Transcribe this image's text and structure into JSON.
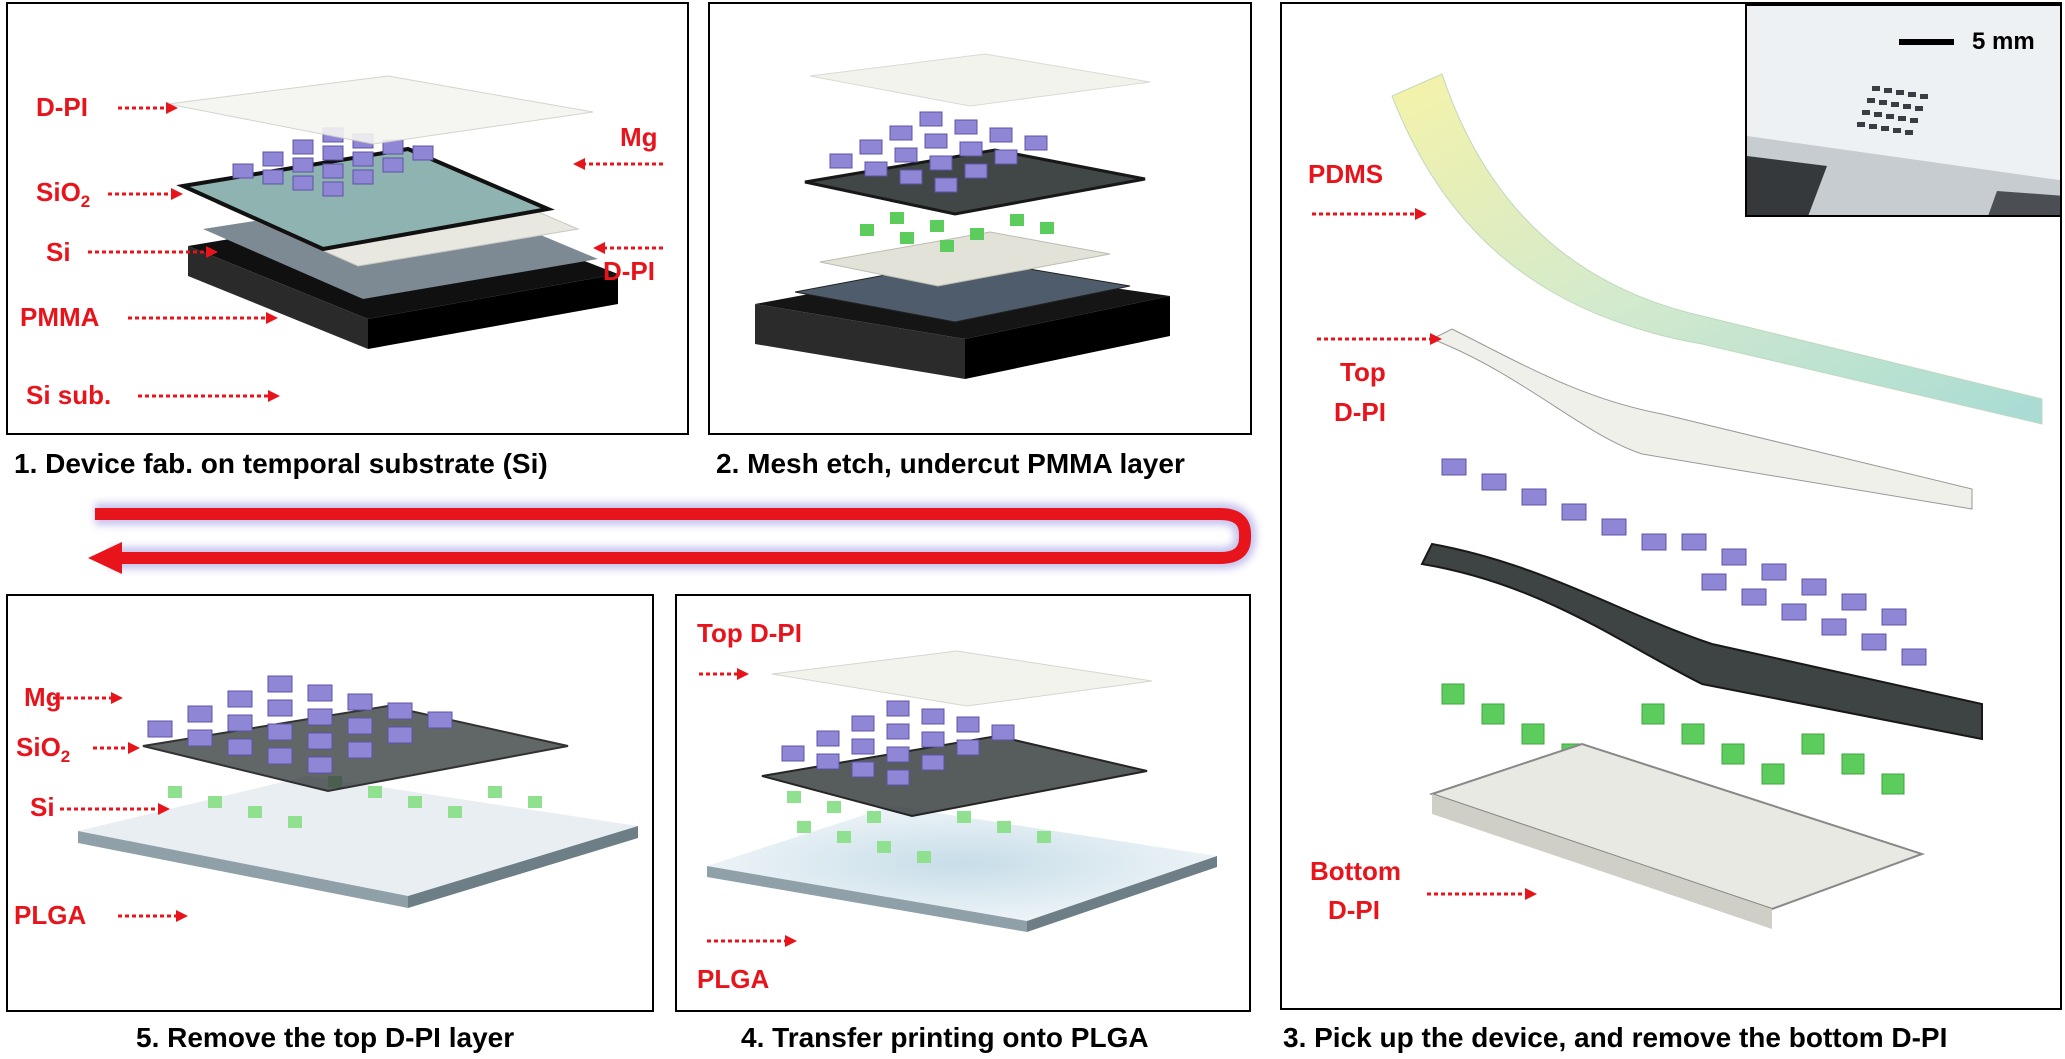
{
  "steps": [
    {
      "caption": "1. Device fab. on temporal substrate (Si)"
    },
    {
      "caption": "2. Mesh etch, undercut PMMA layer"
    },
    {
      "caption": "3. Pick up the device, and remove the bottom D-PI"
    },
    {
      "caption": "4. Transfer printing onto PLGA"
    },
    {
      "caption": "5. Remove the top D-PI layer"
    }
  ],
  "labels": {
    "p1": {
      "dpi_top": "D-PI",
      "mg": "Mg",
      "sio2": "SiO",
      "sio2_sub": "2",
      "si": "Si",
      "dpi_bottom": "D-PI",
      "pmma": "PMMA",
      "si_sub": "Si sub."
    },
    "p3": {
      "pdms": "PDMS",
      "top_dpi_1": "Top",
      "top_dpi_2": "D-PI",
      "bottom_dpi_1": "Bottom",
      "bottom_dpi_2": "D-PI"
    },
    "p4": {
      "top_dpi": "Top D-PI",
      "plga": "PLGA"
    },
    "p5": {
      "mg": "Mg",
      "sio2": "SiO",
      "sio2_sub": "2",
      "si": "Si",
      "plga": "PLGA"
    }
  },
  "inset": {
    "scale_bar": "5 mm"
  },
  "colors": {
    "label_red": "#e8141c",
    "mg_purple": "#8f86d6",
    "si_green": "#5ccd5c",
    "substrate_black": "#151515"
  }
}
